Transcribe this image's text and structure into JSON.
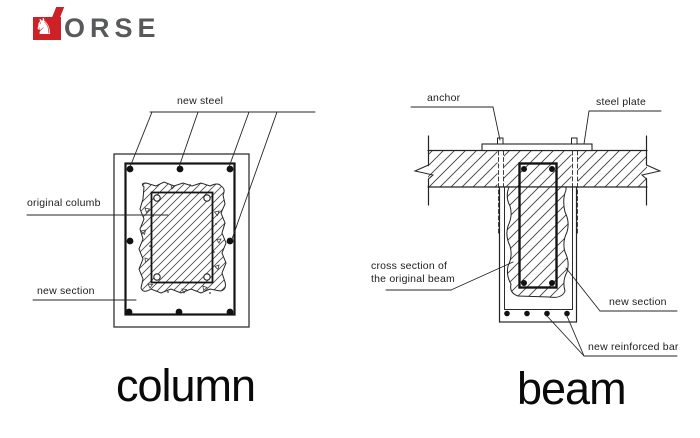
{
  "logo": {
    "brand": "HORSE",
    "text": "ORSE",
    "horse_icon": "♞",
    "red": "#cc2127",
    "gray": "#58595b"
  },
  "column_diagram": {
    "labels": {
      "new_steel": "new steel",
      "original_column": "original columb",
      "new_section": "new section"
    },
    "caption": "column"
  },
  "beam_diagram": {
    "labels": {
      "anchor": "anchor",
      "steel_plate": "steel plate",
      "cross_section_line1": "cross section of",
      "cross_section_line2": "the original beam",
      "new_section": "new section",
      "new_reinforced_bar": "new reinforced bar"
    },
    "caption": "beam"
  },
  "colors": {
    "line": "#2b2b2b",
    "background": "#ffffff"
  }
}
